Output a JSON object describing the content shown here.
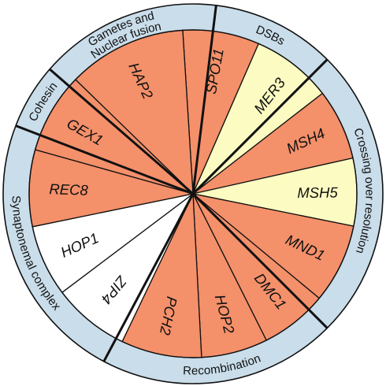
{
  "colors": {
    "orange": "#F4906A",
    "yellow": "#FBFBC2",
    "white": "#FFFFFF",
    "ring": "#C9DDEA",
    "line": "#111111"
  },
  "genes": [
    {
      "name": "SPO11",
      "color": "orange"
    },
    {
      "name": "MER3",
      "color": "yellow"
    },
    {
      "name": "MSH4",
      "color": "orange"
    },
    {
      "name": "MSH5",
      "color": "yellow"
    },
    {
      "name": "MND1",
      "color": "orange"
    },
    {
      "name": "DMC1",
      "color": "orange"
    },
    {
      "name": "HOP2",
      "color": "orange"
    },
    {
      "name": "PCH2",
      "color": "orange"
    },
    {
      "name": "ZIP4",
      "color": "white"
    },
    {
      "name": "HOP1",
      "color": "white"
    },
    {
      "name": "REC8",
      "color": "orange"
    },
    {
      "name": "GEX1",
      "color": "orange"
    },
    {
      "name": "HAP2",
      "color": "orange"
    }
  ],
  "groups": [
    {
      "lines": [
        "DSBs"
      ]
    },
    {
      "lines": [
        "Crossing over resolution"
      ]
    },
    {
      "lines": [
        "Recombination"
      ]
    },
    {
      "lines": [
        "Synaptonemal complex"
      ]
    },
    {
      "lines": [
        "Cohesin"
      ]
    },
    {
      "lines": [
        "Gametes and",
        "Nuclear fusion"
      ]
    }
  ]
}
